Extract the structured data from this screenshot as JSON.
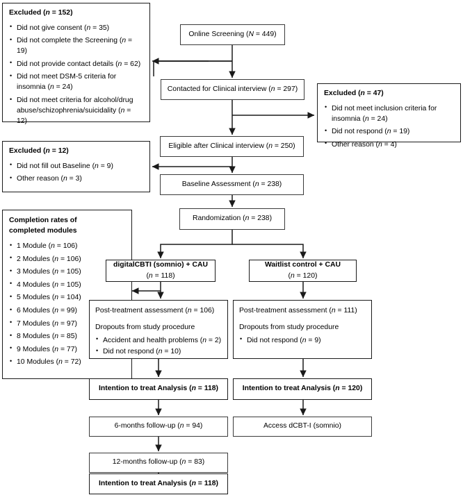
{
  "diagram": {
    "type": "consort-flow-diagram",
    "title": "CONSORT participant flow diagram",
    "boxes": {
      "excluded_152": {
        "heading": "Excluded (n = 152)",
        "items": [
          "Did not give consent (n = 35)",
          "Did not complete the Screening (n = 19)",
          "Did not provide contact details (n = 62)",
          "Did not meet DSM-5 criteria for insomnia (n = 24)",
          "Did not meet criteria for alcohol/drug abuse/schizophrenia/suicidality (n = 12)"
        ]
      },
      "online_screening": {
        "label": "Online Screening (N = 449)"
      },
      "contacted": {
        "label": "Contacted for Clinical interview (n = 297)"
      },
      "excluded_47": {
        "heading": "Excluded (n = 47)",
        "items": [
          "Did not meet inclusion criteria for insomnia (n = 24)",
          "Did not respond (n = 19)",
          "Other reason (n = 4)"
        ]
      },
      "eligible": {
        "label": "Eligible after Clinical interview (n = 250)"
      },
      "excluded_12": {
        "heading": "Excluded (n = 12)",
        "items": [
          "Did not fill out Baseline (n = 9)",
          "Other reason (n = 3)"
        ]
      },
      "baseline": {
        "label": "Baseline Assessment (n = 238)"
      },
      "randomization": {
        "label": "Randomization (n = 238)"
      },
      "completion_rates": {
        "heading_line1": "Completion rates of",
        "heading_line2": "completed modules",
        "items": [
          "1 Module (n = 106)",
          "2 Modules (n = 106)",
          "3 Modules (n = 105)",
          "4 Modules (n = 105)",
          "5 Modules (n = 104)",
          "6 Modules (n = 99)",
          "7 Modules (n = 97)",
          "8 Modules (n = 85)",
          "9 Modules (n = 77)",
          "10 Modules (n = 72)"
        ]
      },
      "arm_intervention": {
        "line1": "digitalCBTI (somnio) + CAU",
        "line2": "(n = 118)"
      },
      "arm_control": {
        "line1": "Waitlist control + CAU",
        "line2": "(n = 120)"
      },
      "post_treatment_left": {
        "line1": "Post-treatment assessment (n = 106)",
        "line2": "Dropouts from study procedure",
        "items": [
          "Accident and health problems (n = 2)",
          "Did not respond (n = 10)"
        ]
      },
      "post_treatment_right": {
        "line1": "Post-treatment assessment (n = 111)",
        "line2": "Dropouts from study procedure",
        "items": [
          "Did not respond (n = 9)"
        ]
      },
      "itt_left": {
        "label": "Intention to treat Analysis (n = 118)"
      },
      "itt_right": {
        "label": "Intention to treat Analysis (n = 120)"
      },
      "followup_6": {
        "label": "6-months follow-up (n = 94)"
      },
      "access_dcbt": {
        "label": "Access dCBT-I (somnio)"
      },
      "followup_12": {
        "label": "12-months follow-up (n = 83)"
      },
      "itt_final": {
        "label": "Intention to treat Analysis (n = 118)"
      }
    },
    "colors": {
      "background": "#ffffff",
      "border": "#2b2b2b",
      "text": "#000000",
      "arrow": "#1a1a1a"
    }
  }
}
